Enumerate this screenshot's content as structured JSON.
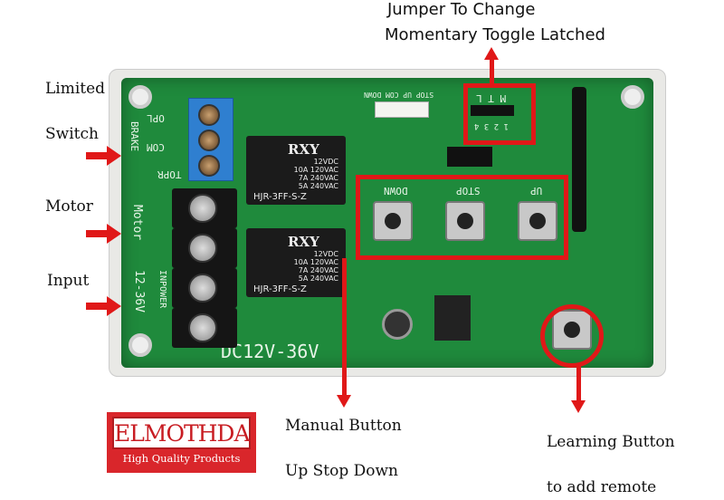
{
  "annotations": {
    "jumper_line1": "Jumper To Change",
    "jumper_line2": "Momentary Toggle Latched",
    "limited": "Limited",
    "switch": "Switch",
    "motor": "Motor",
    "input": "Input",
    "manual_line1": "Manual Button",
    "manual_line2": "Up Stop Down",
    "learning_line1": "Learning Button",
    "learning_line2": "to add remote"
  },
  "logo": {
    "name": "ELMOTHDA",
    "tagline": "High Quality Products"
  },
  "board": {
    "voltage": "DC12V-36V",
    "terminal_labels": [
      "OPL",
      "COM",
      "TOPR",
      "BRAKE"
    ],
    "motor_label": "Motor",
    "inpower_label": "INPOWER",
    "input_range": "12-36V",
    "button_labels": [
      "DOWN",
      "STOP",
      "UP"
    ],
    "connector_label": "STOP UP COM DOWN",
    "jumper_label": "M T L",
    "jumper_pins": "1 2 3 4",
    "relays": [
      {
        "brand": "RXY",
        "spec1": "12VDC",
        "spec2": "10A 120VAC",
        "spec3": "7A 240VAC",
        "spec4": "5A 240VAC",
        "model": "HJR-3FF-S-Z"
      },
      {
        "brand": "RXY",
        "spec1": "12VDC",
        "spec2": "10A 120VAC",
        "spec3": "7A 240VAC",
        "spec4": "5A 240VAC",
        "model": "HJR-3FF-S-Z"
      }
    ]
  },
  "colors": {
    "annotation": "#e01818",
    "pcb": "#1f8a3c",
    "logo": "#d9262b"
  }
}
